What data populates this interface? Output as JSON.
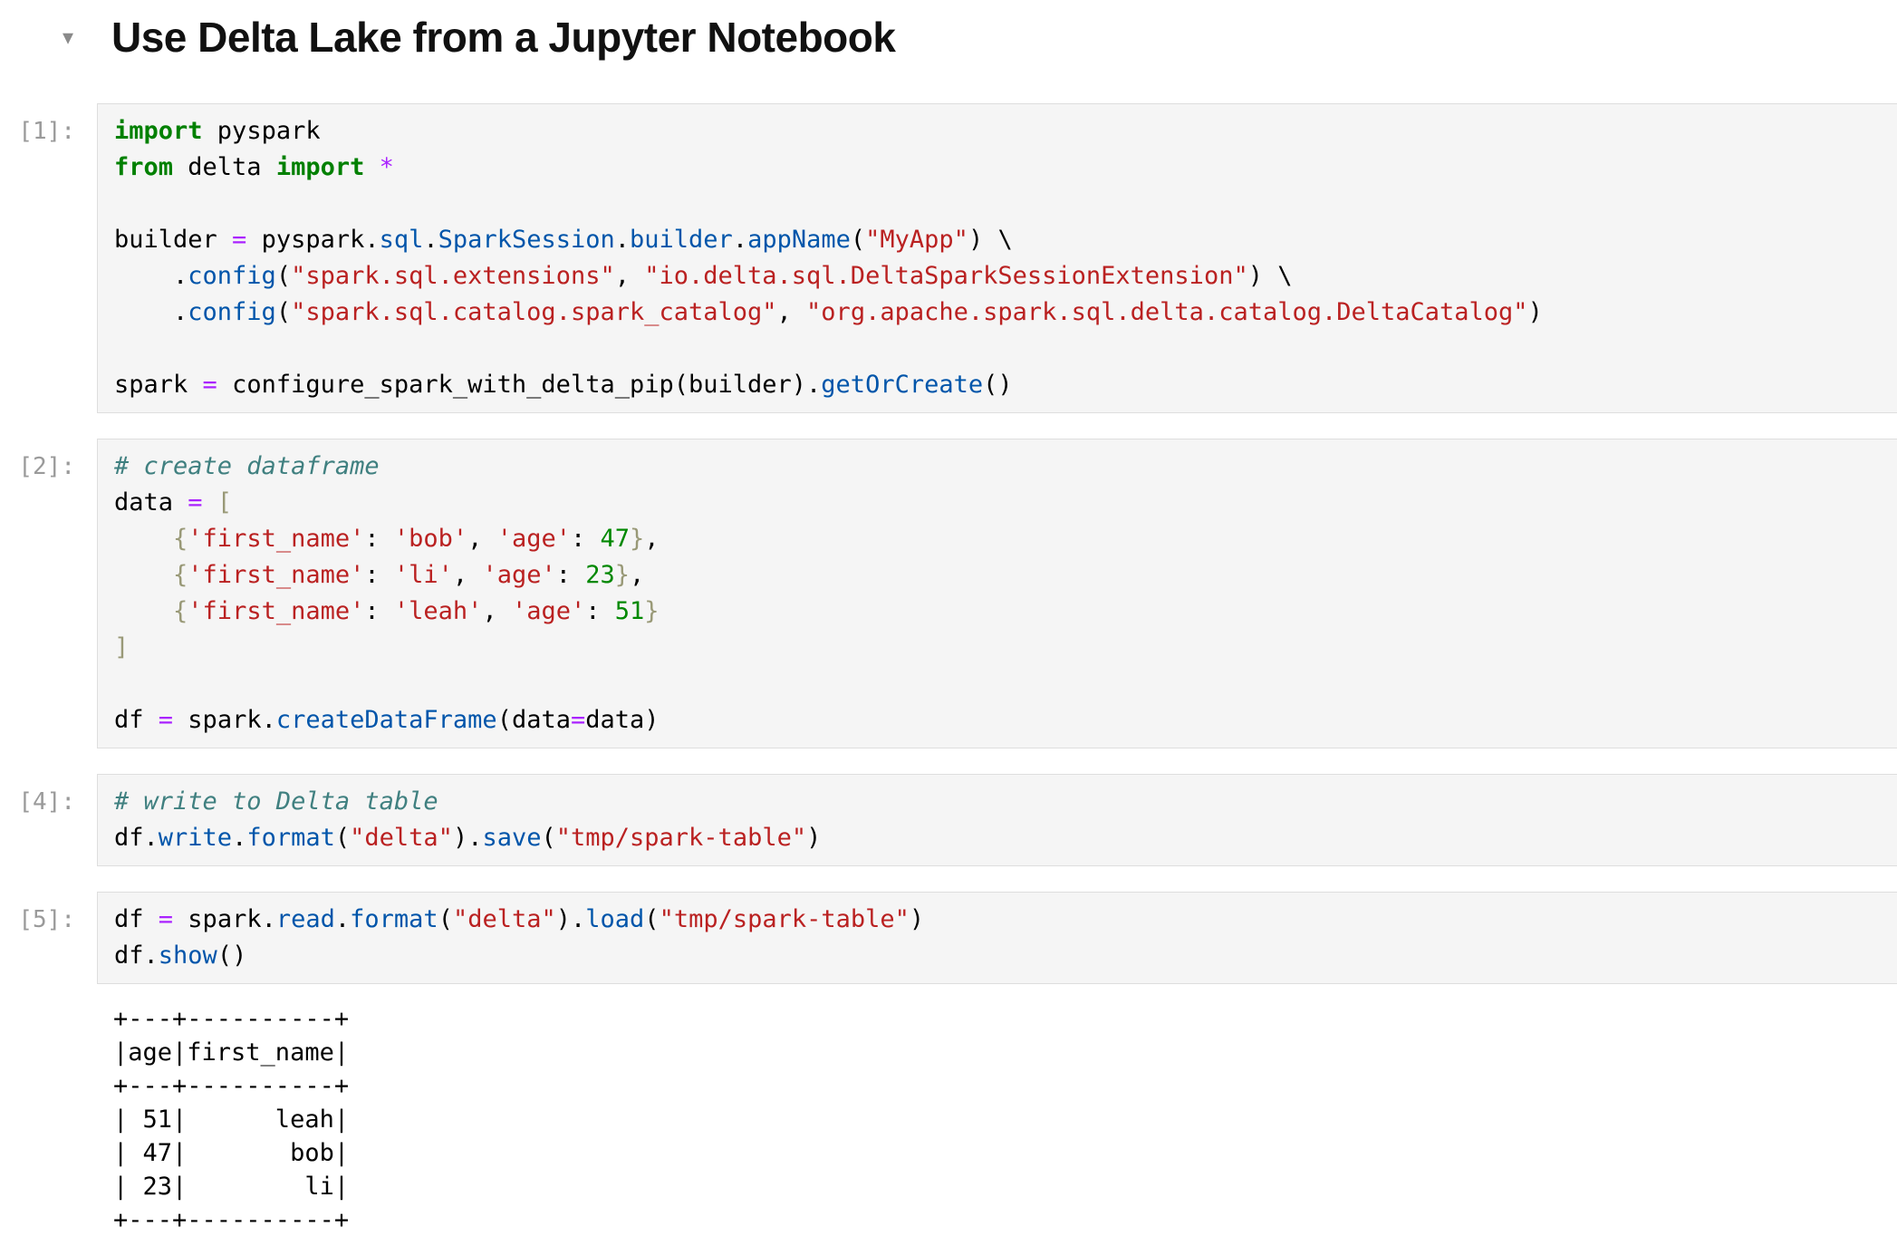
{
  "page": {
    "title": "Use Delta Lake from a Jupyter Notebook"
  },
  "icons": {
    "collapse_caret": "▾"
  },
  "colors": {
    "heading": "#111111",
    "caret": "#8a8a8a",
    "prompt": "#9a9a9a",
    "cell-bg": "#f5f5f5",
    "cell-border": "#dedede",
    "output-text": "#000000",
    "syntax": {
      "kw": "#008000",
      "op": "#AA22FF",
      "str": "#BA2121",
      "com": "#408080",
      "num": "#008800",
      "prop": "#0055AA",
      "br": "#999977",
      "txt": "#000000"
    }
  },
  "notebook": {
    "cells": [
      {
        "prompt": "[1]:",
        "lines": [
          [
            {
              "t": "kw",
              "s": "import"
            },
            {
              "t": "txt",
              "s": " pyspark"
            }
          ],
          [
            {
              "t": "kw",
              "s": "from"
            },
            {
              "t": "txt",
              "s": " delta "
            },
            {
              "t": "kw",
              "s": "import"
            },
            {
              "t": "txt",
              "s": " "
            },
            {
              "t": "op",
              "s": "*"
            }
          ],
          [],
          [
            {
              "t": "txt",
              "s": "builder "
            },
            {
              "t": "op",
              "s": "="
            },
            {
              "t": "txt",
              "s": " pyspark."
            },
            {
              "t": "prop",
              "s": "sql"
            },
            {
              "t": "txt",
              "s": "."
            },
            {
              "t": "prop",
              "s": "SparkSession"
            },
            {
              "t": "txt",
              "s": "."
            },
            {
              "t": "prop",
              "s": "builder"
            },
            {
              "t": "txt",
              "s": "."
            },
            {
              "t": "prop",
              "s": "appName"
            },
            {
              "t": "txt",
              "s": "("
            },
            {
              "t": "str",
              "s": "\"MyApp\""
            },
            {
              "t": "txt",
              "s": ") \\"
            }
          ],
          [
            {
              "t": "txt",
              "s": "    ."
            },
            {
              "t": "prop",
              "s": "config"
            },
            {
              "t": "txt",
              "s": "("
            },
            {
              "t": "str",
              "s": "\"spark.sql.extensions\""
            },
            {
              "t": "txt",
              "s": ", "
            },
            {
              "t": "str",
              "s": "\"io.delta.sql.DeltaSparkSessionExtension\""
            },
            {
              "t": "txt",
              "s": ") \\"
            }
          ],
          [
            {
              "t": "txt",
              "s": "    ."
            },
            {
              "t": "prop",
              "s": "config"
            },
            {
              "t": "txt",
              "s": "("
            },
            {
              "t": "str",
              "s": "\"spark.sql.catalog.spark_catalog\""
            },
            {
              "t": "txt",
              "s": ", "
            },
            {
              "t": "str",
              "s": "\"org.apache.spark.sql.delta.catalog.DeltaCatalog\""
            },
            {
              "t": "txt",
              "s": ")"
            }
          ],
          [],
          [
            {
              "t": "txt",
              "s": "spark "
            },
            {
              "t": "op",
              "s": "="
            },
            {
              "t": "txt",
              "s": " configure_spark_with_delta_pip(builder)."
            },
            {
              "t": "prop",
              "s": "getOrCreate"
            },
            {
              "t": "txt",
              "s": "()"
            }
          ]
        ]
      },
      {
        "prompt": "[2]:",
        "lines": [
          [
            {
              "t": "com",
              "s": "# create dataframe"
            }
          ],
          [
            {
              "t": "txt",
              "s": "data "
            },
            {
              "t": "op",
              "s": "="
            },
            {
              "t": "txt",
              "s": " "
            },
            {
              "t": "br",
              "s": "["
            }
          ],
          [
            {
              "t": "txt",
              "s": "    "
            },
            {
              "t": "br",
              "s": "{"
            },
            {
              "t": "str",
              "s": "'first_name'"
            },
            {
              "t": "txt",
              "s": ": "
            },
            {
              "t": "str",
              "s": "'bob'"
            },
            {
              "t": "txt",
              "s": ", "
            },
            {
              "t": "str",
              "s": "'age'"
            },
            {
              "t": "txt",
              "s": ": "
            },
            {
              "t": "num",
              "s": "47"
            },
            {
              "t": "br",
              "s": "}"
            },
            {
              "t": "txt",
              "s": ","
            }
          ],
          [
            {
              "t": "txt",
              "s": "    "
            },
            {
              "t": "br",
              "s": "{"
            },
            {
              "t": "str",
              "s": "'first_name'"
            },
            {
              "t": "txt",
              "s": ": "
            },
            {
              "t": "str",
              "s": "'li'"
            },
            {
              "t": "txt",
              "s": ", "
            },
            {
              "t": "str",
              "s": "'age'"
            },
            {
              "t": "txt",
              "s": ": "
            },
            {
              "t": "num",
              "s": "23"
            },
            {
              "t": "br",
              "s": "}"
            },
            {
              "t": "txt",
              "s": ","
            }
          ],
          [
            {
              "t": "txt",
              "s": "    "
            },
            {
              "t": "br",
              "s": "{"
            },
            {
              "t": "str",
              "s": "'first_name'"
            },
            {
              "t": "txt",
              "s": ": "
            },
            {
              "t": "str",
              "s": "'leah'"
            },
            {
              "t": "txt",
              "s": ", "
            },
            {
              "t": "str",
              "s": "'age'"
            },
            {
              "t": "txt",
              "s": ": "
            },
            {
              "t": "num",
              "s": "51"
            },
            {
              "t": "br",
              "s": "}"
            }
          ],
          [
            {
              "t": "br",
              "s": "]"
            }
          ],
          [],
          [
            {
              "t": "txt",
              "s": "df "
            },
            {
              "t": "op",
              "s": "="
            },
            {
              "t": "txt",
              "s": " spark."
            },
            {
              "t": "prop",
              "s": "createDataFrame"
            },
            {
              "t": "txt",
              "s": "(data"
            },
            {
              "t": "op",
              "s": "="
            },
            {
              "t": "txt",
              "s": "data)"
            }
          ]
        ]
      },
      {
        "prompt": "[4]:",
        "lines": [
          [
            {
              "t": "com",
              "s": "# write to Delta table"
            }
          ],
          [
            {
              "t": "txt",
              "s": "df."
            },
            {
              "t": "prop",
              "s": "write"
            },
            {
              "t": "txt",
              "s": "."
            },
            {
              "t": "prop",
              "s": "format"
            },
            {
              "t": "txt",
              "s": "("
            },
            {
              "t": "str",
              "s": "\"delta\""
            },
            {
              "t": "txt",
              "s": ")."
            },
            {
              "t": "prop",
              "s": "save"
            },
            {
              "t": "txt",
              "s": "("
            },
            {
              "t": "str",
              "s": "\"tmp/spark-table\""
            },
            {
              "t": "txt",
              "s": ")"
            }
          ]
        ]
      },
      {
        "prompt": "[5]:",
        "lines": [
          [
            {
              "t": "txt",
              "s": "df "
            },
            {
              "t": "op",
              "s": "="
            },
            {
              "t": "txt",
              "s": " spark."
            },
            {
              "t": "prop",
              "s": "read"
            },
            {
              "t": "txt",
              "s": "."
            },
            {
              "t": "prop",
              "s": "format"
            },
            {
              "t": "txt",
              "s": "("
            },
            {
              "t": "str",
              "s": "\"delta\""
            },
            {
              "t": "txt",
              "s": ")."
            },
            {
              "t": "prop",
              "s": "load"
            },
            {
              "t": "txt",
              "s": "("
            },
            {
              "t": "str",
              "s": "\"tmp/spark-table\""
            },
            {
              "t": "txt",
              "s": ")"
            }
          ],
          [
            {
              "t": "txt",
              "s": "df."
            },
            {
              "t": "prop",
              "s": "show"
            },
            {
              "t": "txt",
              "s": "()"
            }
          ]
        ]
      }
    ],
    "output": {
      "lines": [
        "+---+----------+",
        "|age|first_name|",
        "+---+----------+",
        "| 51|      leah|",
        "| 47|       bob|",
        "| 23|        li|",
        "+---+----------+"
      ]
    }
  }
}
